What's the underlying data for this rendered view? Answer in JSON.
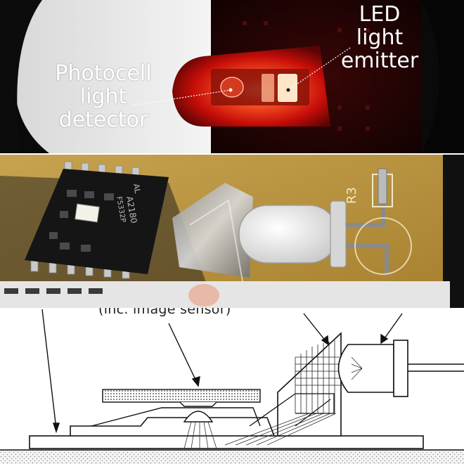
{
  "photocell_label": "Photocell\nlight\ndetector",
  "led_label": "LED\nlight\nemitter",
  "sensor_label": "(inc. image sensor)",
  "chip_marking": {
    "line1": "A2180",
    "line2": "F5332P",
    "logo": "AL"
  },
  "board_silkscreen": "R3",
  "colors": {
    "led_red": "#ff1a10",
    "pcb_gold": "#c8a24e",
    "chip_black": "#151515",
    "diagram_ink": "#111111"
  }
}
